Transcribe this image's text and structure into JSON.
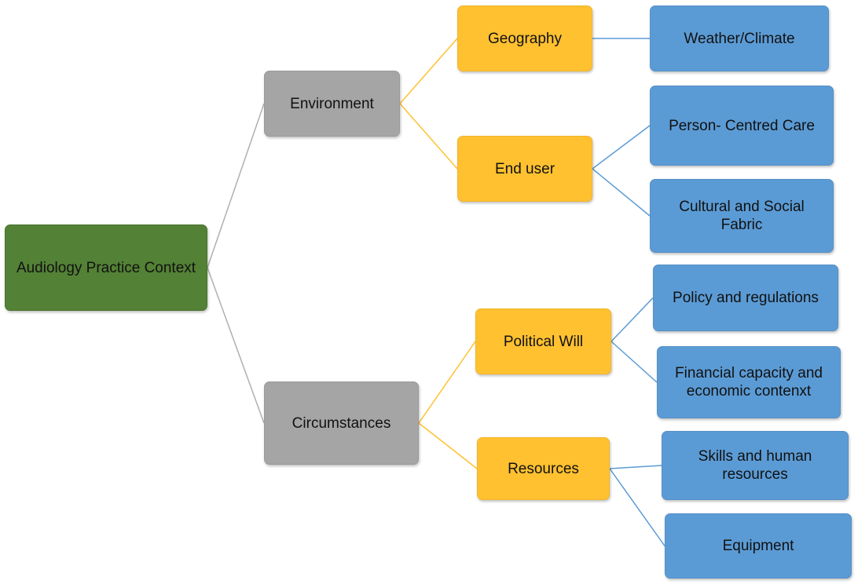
{
  "diagram": {
    "root": {
      "label": "Audiology Practice Context",
      "color": "#538135"
    },
    "colors": {
      "level1": "#a5a5a5",
      "level2": "#ffc130",
      "level3": "#5b9bd5",
      "line_level1": "#b0b0b0",
      "line_level2": "#ffc130",
      "line_level3": "#5b9bd5"
    },
    "environment": {
      "label": "Environment",
      "geography": {
        "label": "Geography",
        "weather_climate": "Weather/Climate"
      },
      "end_user": {
        "label": "End user",
        "person_centred_care": "Person- Centred Care",
        "cultural_social_fabric": "Cultural and Social Fabric"
      }
    },
    "circumstances": {
      "label": "Circumstances",
      "political_will": {
        "label": "Political Will",
        "policy_regulations": "Policy and regulations",
        "financial_capacity": "Financial capacity and economic contenxt"
      },
      "resources": {
        "label": "Resources",
        "skills_human_resources": "Skills and human resources",
        "equipment": "Equipment"
      }
    }
  }
}
